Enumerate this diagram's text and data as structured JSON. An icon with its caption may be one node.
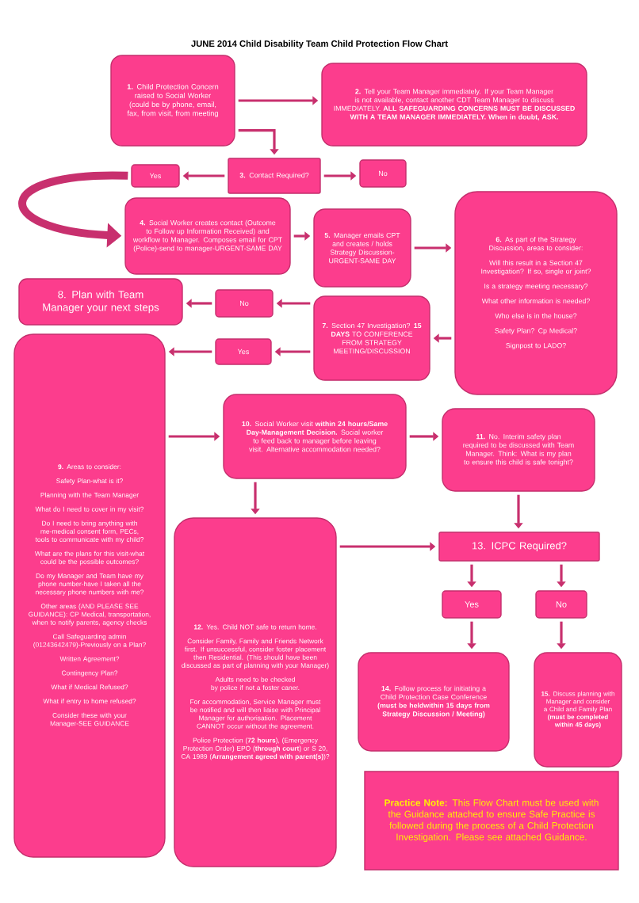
{
  "diagram": {
    "title": "JUNE 2014 Child Disability Team Child Protection Flow Chart",
    "nodes": [
      {
        "text": [
          "**1.** Child Protection Concern raised to Social Worker (could be by phone, email, fax, from visit, from meeting"
        ]
      },
      {
        "text": [
          "**2.** Tell your Team Manager immediately. If your Team Manager is not available, contact another CDT Team Manager to discuss IMMEDIATELY. **ALL SAFEGUARDING CONCERNS MUST BE DISCUSSED WITH A TEAM MANAGER IMMEDIATELY. When in doubt, ASK.**"
        ]
      },
      {
        "text": [
          "**3.** Contact Required?"
        ]
      },
      {
        "text": [
          "Yes"
        ]
      },
      {
        "text": [
          "No"
        ]
      },
      {
        "text": [
          "**4.** Social Worker creates contact (Outcome to Follow up Information Received) and workflow to Manager. Composes email for CPT (Police)-send to manager-URGENT-SAME DAY"
        ]
      },
      {
        "text": [
          "**5.** Manager emails CPT and creates / holds Strategy Discussion-URGENT-SAME DAY"
        ]
      },
      {
        "text": [
          "**6.** As part of the Strategy Discussion, areas to consider:",
          "Will this result in a Section 47 Investigation? If so, single or joint?",
          "Is a strategy meeting necessary?",
          "What other information is needed?",
          "Who else is in the house?",
          "Safety Plan? Cp Medical?",
          "Signpost to LADO?"
        ]
      },
      {
        "text": [
          "8. Plan with Team Manager your next steps"
        ]
      },
      {
        "text": [
          "No"
        ]
      },
      {
        "text": [
          "**7.** Section 47 Investigation? **15 DAYS** TO CONFERENCE FROM STRATEGY MEETING/DISCUSSION"
        ]
      },
      {
        "text": [
          "Yes"
        ]
      },
      {
        "text": [
          "**9.** Areas to consider:",
          "Safety Plan-what is it?",
          "Planning with the Team Manager",
          "What do I need to cover in my visit?",
          "Do I need to bring anything with me-medical consent form, PECs, tools to communicate with my child?",
          "What are the plans for this visit-what could be the possible outcomes?",
          "Do my Manager and Team have my phone number-have I taken all the necessary phone numbers with me?",
          "Other areas (AND PLEASE SEE GUIDANCE): CP Medical, transportation, when to notify parents, agency checks",
          "Call Safeguarding admin (01243642479)-Previously on a Plan?",
          "Written Agreement?",
          "Contingency Plan?",
          "What if Medical Refused?",
          "What if entry to home refused?",
          "Consider these with your Manager-SEE GUIDANCE"
        ]
      },
      {
        "text": [
          "**10.** Social Worker visit **within 24 hours/Same Day-Management Decision.** Social worker to feed back to manager before leaving visit. Alternative accommodation needed?"
        ]
      },
      {
        "text": [
          "**11.** No. Interim safety plan required to be discussed with Team Manager. Think: What is my plan to ensure this child is safe tonight?"
        ]
      },
      {
        "text": [
          "**12.** Yes. Child NOT safe to return home.",
          "Consider Family, Family and Friends Network first. If unsuccessful, consider foster placement then Residential. (This should have been discussed as part of planning with your Manager)",
          "Adults need to be checked by police if not a foster caner.",
          "For accommodation, Service Manager must be notified and will then liaise with Principal Manager for authorisation. Placement CANNOT occur without the agreement.",
          "Police Protection (**72 hours**), (Emergency Protection Order) EPO (**through court**) or S 20, CA 1989 (**Arrangement agreed with parent(s)**)?"
        ]
      },
      {
        "text": [
          "13. ICPC Required?"
        ]
      },
      {
        "text": [
          "Yes"
        ]
      },
      {
        "text": [
          "No"
        ]
      },
      {
        "text": [
          "**14.** Follow process for initiating a Child Protection Case Conference **(must be heldwithin 15 days from Strategy Discussion / Meeting)**"
        ]
      },
      {
        "text": [
          "**15.** Discuss planning with Manager and consider a Child and Family Plan **(must be completed within 45 days)**"
        ]
      },
      {
        "text": [
          "**Practice Note:** This Flow Chart must be used with the Guidance attached to ensure Safe Practice is followed during the process of a Child Protection Investigation. Please see attached Guidance."
        ]
      }
    ],
    "edges": [
      {
        "from": 0,
        "to": 1,
        "arrow": "to"
      },
      {
        "from": 0,
        "to": 2,
        "arrow": "to"
      },
      {
        "from": 2,
        "to": 3,
        "arrow": "to"
      },
      {
        "from": 2,
        "to": 4,
        "arrow": "to"
      },
      {
        "from": 3,
        "to": 5,
        "arrow": "to",
        "style": "thick"
      },
      {
        "from": 5,
        "to": 6,
        "arrow": "to"
      },
      {
        "from": 6,
        "to": 7,
        "arrow": "to"
      },
      {
        "from": 7,
        "to": 10,
        "arrow": "to"
      },
      {
        "from": 10,
        "to": 9,
        "arrow": "to"
      },
      {
        "from": 9,
        "to": 8,
        "arrow": "to"
      },
      {
        "from": 10,
        "to": 11,
        "arrow": "to"
      },
      {
        "from": 11,
        "to": 12,
        "arrow": "to"
      },
      {
        "from": 12,
        "to": 13,
        "arrow": "to"
      },
      {
        "from": 13,
        "to": 14,
        "arrow": "to"
      },
      {
        "from": 13,
        "to": 15,
        "arrow": "to"
      },
      {
        "from": 14,
        "to": 16,
        "arrow": "to"
      },
      {
        "from": 15,
        "to": 16,
        "arrow": "to"
      },
      {
        "from": 16,
        "to": 17,
        "arrow": "to"
      },
      {
        "from": 16,
        "to": 18,
        "arrow": "to"
      },
      {
        "from": 17,
        "to": 19,
        "arrow": "to"
      },
      {
        "from": 18,
        "to": 20,
        "arrow": "to"
      }
    ]
  }
}
